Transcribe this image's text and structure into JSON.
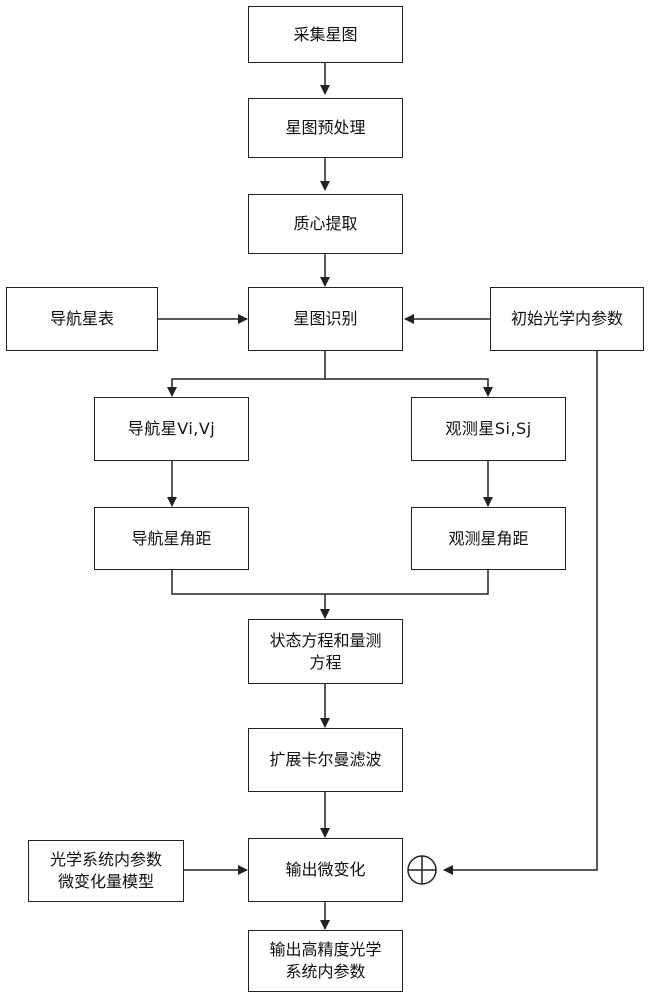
{
  "nodes": {
    "collect": "采集星图",
    "preprocess": "星图预处理",
    "centroid": "质心提取",
    "nav_table": "导航星表",
    "identify": "星图识别",
    "init_params": "初始光学内参数",
    "nav_stars": "导航星Vi,Vj",
    "obs_stars": "观测星Si,Sj",
    "nav_angle": "导航星角距",
    "obs_angle": "观测星角距",
    "state_eq_line1": "状态方程和量测",
    "state_eq_line2": "方程",
    "ekf": "扩展卡尔曼滤波",
    "model_line1": "光学系统内参数",
    "model_line2": "微变化量模型",
    "output_micro": "输出微变化",
    "final_line1": "输出高精度光学",
    "final_line2": "系统内参数"
  },
  "colors": {
    "stroke": "#222222",
    "background": "#ffffff"
  }
}
